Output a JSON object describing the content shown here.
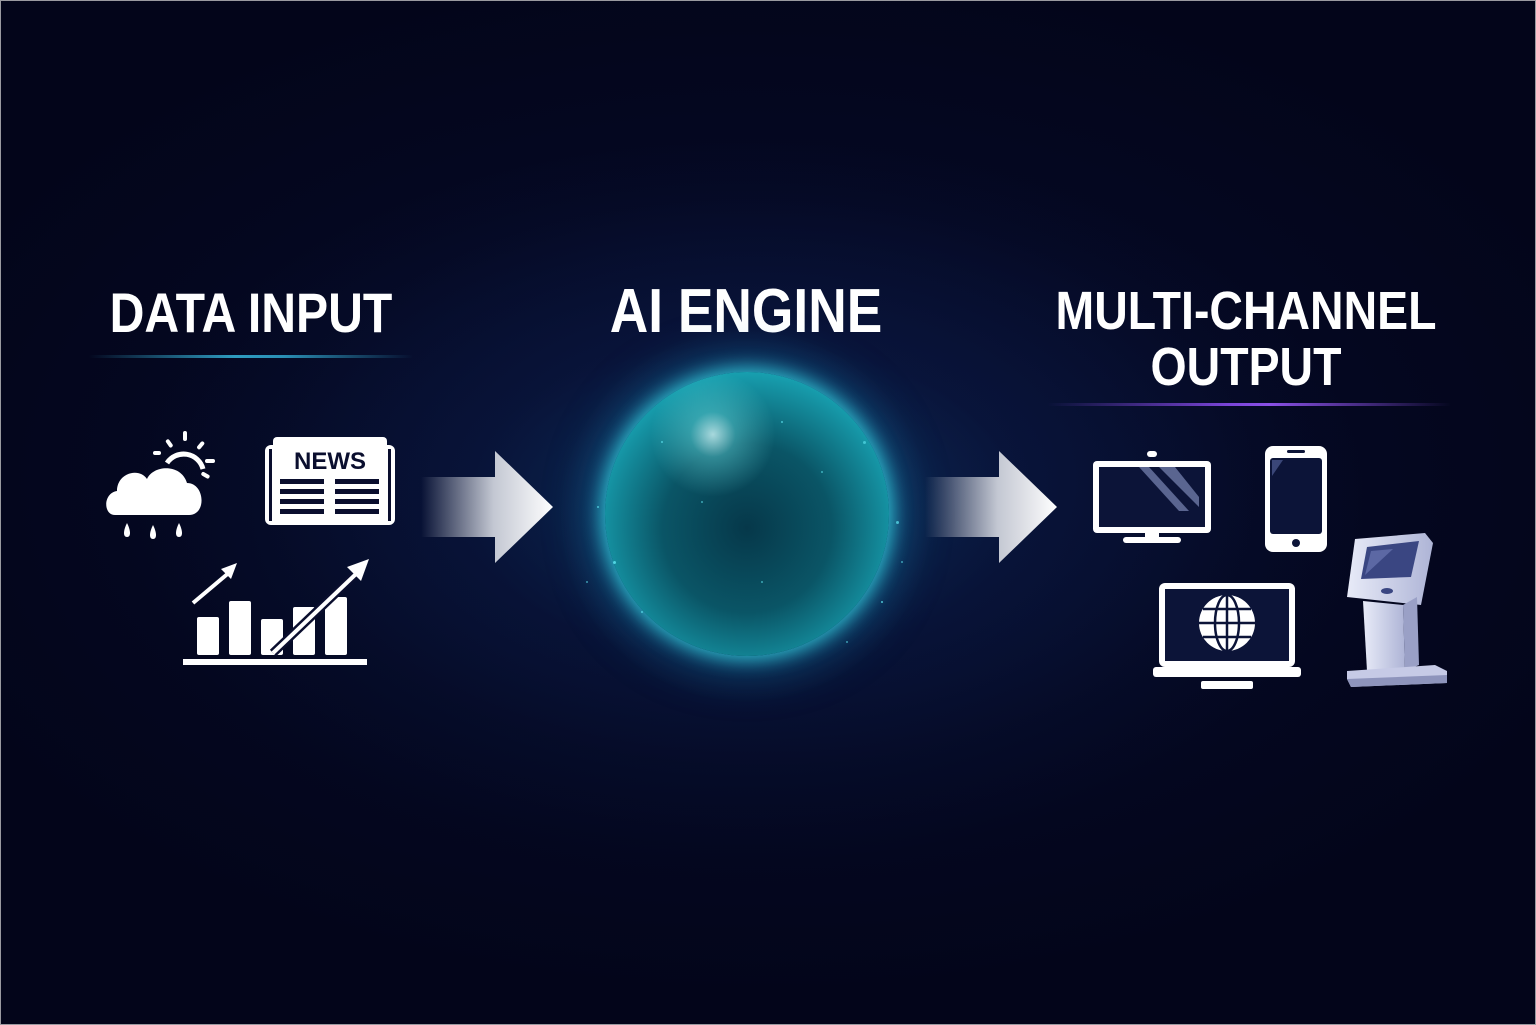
{
  "diagram": {
    "type": "flow",
    "stages": [
      {
        "id": "data-input",
        "title": "DATA INPUT",
        "underline_color": "#2e9cc0",
        "icons": [
          {
            "name": "weather-cloud-rain-sun-icon"
          },
          {
            "name": "newspaper-icon",
            "label": "NEWS"
          },
          {
            "name": "bar-chart-trend-icon"
          }
        ]
      },
      {
        "id": "ai-engine",
        "title": "AI ENGINE",
        "visual": "glowing-sphere",
        "accent_color": "#56f2f5"
      },
      {
        "id": "multi-channel-output",
        "title_line1": "MULTI-CHANNEL",
        "title_line2": "OUTPUT",
        "underline_color": "#7a45d8",
        "icons": [
          {
            "name": "monitor-icon"
          },
          {
            "name": "smartphone-icon"
          },
          {
            "name": "laptop-globe-icon"
          },
          {
            "name": "kiosk-icon"
          }
        ]
      }
    ],
    "connectors": [
      {
        "from": "data-input",
        "to": "ai-engine",
        "style": "gradient-arrow"
      },
      {
        "from": "ai-engine",
        "to": "multi-channel-output",
        "style": "gradient-arrow"
      }
    ],
    "colors": {
      "background": "#03051a",
      "text": "#ffffff",
      "arrow": "#f2f4f8"
    }
  }
}
